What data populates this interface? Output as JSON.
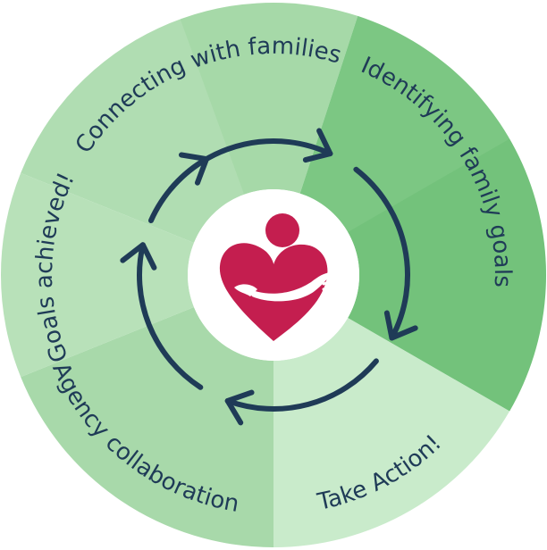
{
  "diagram": {
    "segments": [
      {
        "label": "Connecting with families",
        "color": "#a6d9a8"
      },
      {
        "label": "Identifying family goals",
        "color": "#7cc783"
      },
      {
        "label": "Take Action!",
        "color": "#c9ebcb"
      },
      {
        "label": "Agency collaboration",
        "color": "#a1d6a3"
      },
      {
        "label": "Goals achieved!",
        "color": "#b0deb2"
      }
    ],
    "colors": {
      "arrows": "#1f3b57",
      "center": "#ffffff",
      "logo": "#c41e4f",
      "text": "#1f3b57"
    },
    "icons": {
      "logo": "heart-embrace-logo",
      "arrow": "cycle-arrow"
    }
  }
}
